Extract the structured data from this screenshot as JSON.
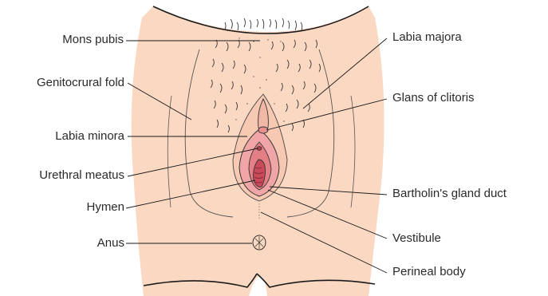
{
  "labels": {
    "mons_pubis": "Mons pubis",
    "genitocrural_fold": "Genitocrural fold",
    "labia_minora": "Labia minora",
    "urethral_meatus": "Urethral meatus",
    "hymen": "Hymen",
    "anus": "Anus",
    "labia_majora": "Labia majora",
    "glans_of_clitoris": "Glans of clitoris",
    "bartholins_gland_duct": "Bartholin's gland duct",
    "vestibule": "Vestibule",
    "perineal_body": "Perineal body"
  },
  "colors": {
    "skin": "#fbd8c2",
    "skin_outline": "#1a1a1a",
    "labia_minora": "#f0a6a6",
    "vestibule": "#e57f86",
    "vaginal_opening": "#c94a5a",
    "leader_line": "#1a1a1a",
    "text": "#2a2a2a"
  }
}
